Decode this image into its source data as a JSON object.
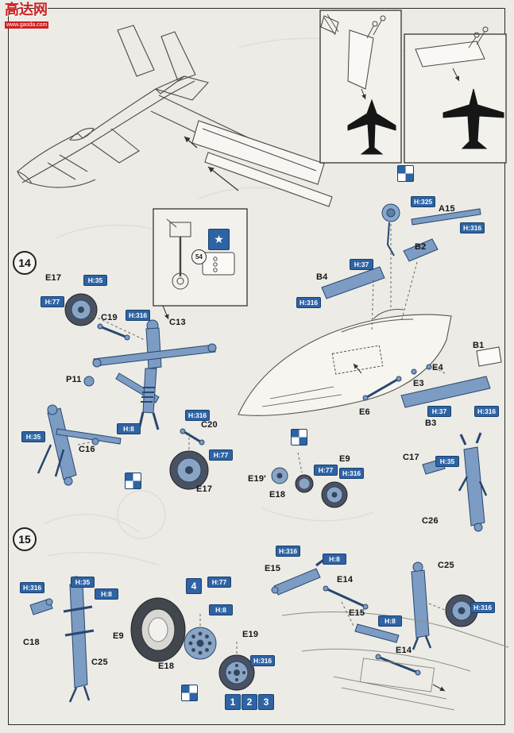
{
  "watermark": {
    "title": "高达网",
    "subtitle": "www.gaoda.com"
  },
  "steps": [
    "14",
    "15"
  ],
  "labels": [
    "E17",
    "C19",
    "C13",
    "P11",
    "C16",
    "C20",
    "E17",
    "A15",
    "B2",
    "B4",
    "B1",
    "E4",
    "E3",
    "E6",
    "B3",
    "E19'",
    "E18",
    "E9",
    "C17",
    "C26",
    "C18",
    "C25",
    "E9",
    "E18",
    "E19",
    "E15",
    "E14",
    "C25",
    "E15",
    "E14"
  ],
  "callouts": [
    "H:35",
    "H:77",
    "H:316",
    "H:35",
    "H:8",
    "H:316",
    "H:77",
    "H:325",
    "H:316",
    "H:37",
    "H:316",
    "H:37",
    "H:316",
    "H:77",
    "H:316",
    "H:35",
    "H:316",
    "H:35",
    "H:8",
    "H:77",
    "H:8",
    "H:316",
    "H:316",
    "H:8",
    "H:8",
    "H:316"
  ],
  "badges": {
    "four": "4",
    "sequence": [
      "1",
      "2",
      "3"
    ]
  },
  "inset": {
    "part_number": "54"
  },
  "icons": {
    "star": "★",
    "paint_symbol": "blue-white-checker"
  },
  "colors": {
    "part_blue": "#7d9cc4",
    "callout_blue": "#2e63a4",
    "paper": "#ecebe5",
    "line": "#4b4b48"
  }
}
